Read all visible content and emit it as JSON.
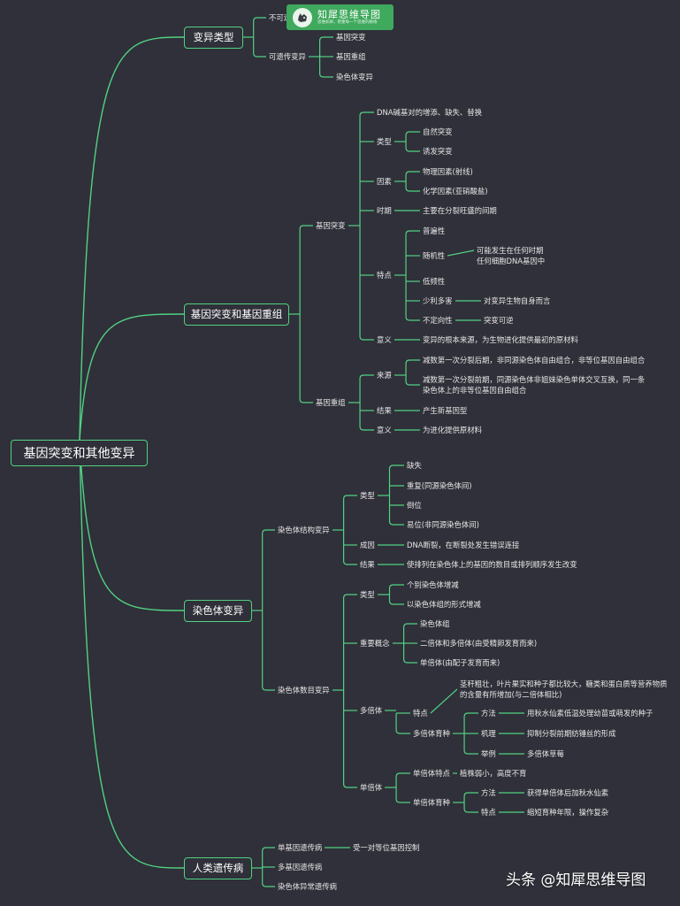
{
  "root": "基因突变和其他变异",
  "watermark": "头条 @知犀思维导图",
  "logo": {
    "title": "知犀思维导图",
    "slogan": "思维如犀，把重每一个思维的脉络",
    "icon": "rhino-logo-icon"
  },
  "colors": {
    "background": "#2f3039",
    "line": "#52d183",
    "text": "#e6e6e6",
    "logo_bg": "#3fa95d"
  },
  "nodes": {
    "bianyi_leixing": "变异类型",
    "bukeyichuan": "不可遗传变异",
    "keyichuan": "可遗传变异",
    "kv_jytb": "基因突变",
    "kv_jycz": "基因重组",
    "kv_rstby": "染色体变异",
    "jytb_jycz": "基因突变和基因重组",
    "jytb": "基因突变",
    "tb_dna": "DNA碱基对的增添、缺失、替换",
    "tb_leixing": "类型",
    "tb_zirantb": "自然突变",
    "tb_youfatb": "诱发突变",
    "tb_yinsu": "因素",
    "tb_wuli": "物理因素(射线)",
    "tb_huaxue": "化学因素(亚硝酸盐)",
    "tb_shiqi": "时期",
    "tb_shiqi_v": "主要在分裂旺盛的间期",
    "tb_tedian": "特点",
    "td_pubian": "普遍性",
    "td_suiji": "随机性",
    "td_suiji_1": "可能发生在任何时期",
    "td_suiji_2": "任何细胞DNA基因中",
    "td_dipin": "低频性",
    "td_shaoli": "少利多害",
    "td_shaoli_v": "对变异生物自身而言",
    "td_budingxiang": "不定向性",
    "td_budingxiang_v": "突变可逆",
    "tb_yiyi": "意义",
    "tb_yiyi_v": "变异的根本来源，为生物进化提供最初的原材料",
    "jycz": "基因重组",
    "cz_laiyuan": "来源",
    "cz_ly1": "减数第一次分裂后期，非同源染色体自由组合，非等位基因自由组合",
    "cz_ly2": "减数第一次分裂前期，同源染色体非姐妹染色单体交叉互换，同一条染色体上的非等位基因自由组合",
    "cz_jieguo": "结果",
    "cz_jieguo_v": "产生新基因型",
    "cz_yiyi": "意义",
    "cz_yiyi_v": "为进化提供原材料",
    "rstby": "染色体变异",
    "jgby": "染色体结构变异",
    "jg_leixing": "类型",
    "jg_queshi": "缺失",
    "jg_chongfu": "重复(同源染色体间)",
    "jg_daowei": "倒位",
    "jg_yiwei": "易位(非同源染色体间)",
    "jg_chengyin": "成因",
    "jg_chengyin_v": "DNA断裂，在断裂处发生错误连接",
    "jg_jieguo": "结果",
    "jg_jieguo_v": "使排列在染色体上的基因的数目或排列顺序发生改变",
    "smby": "染色体数目变异",
    "sm_leixing": "类型",
    "sm_gebie": "个别染色体增减",
    "sm_zu": "以染色体组的形式增减",
    "sm_zhongyao": "重要概念",
    "gn_rstz": "染色体组",
    "gn_erbei": "二倍体和多倍体(由受精卵发育而来)",
    "gn_danbei": "单倍体(由配子发育而来)",
    "sm_duobei": "多倍体",
    "db_tedian": "特点",
    "db_tedian_v": "茎秆粗壮，叶片果实和种子都比较大，糖类和蛋白质等营养物质的含量有所增加(与二倍体相比)",
    "db_yuzhong": "多倍体育种",
    "yz_fangfa": "方法",
    "yz_fangfa_v": "用秋水仙素低温处理幼苗或萌发的种子",
    "yz_jili": "机理",
    "yz_jili_v": "抑制分裂前期纺锤丝的形成",
    "yz_juli": "举例",
    "yz_juli_v": "多倍体草莓",
    "sm_danbei": "单倍体",
    "dan_tedian": "单倍体特点",
    "dan_tedian_v": "植株弱小，高度不育",
    "dan_yuzhong": "单倍体育种",
    "dy_fangfa": "方法",
    "dy_fangfa_v": "获得单倍体后加秋水仙素",
    "dy_tedian": "特点",
    "dy_tedian_v": "缩短育种年限，操作复杂",
    "rlycb": "人类遗传病",
    "dan_jiyin": "单基因遗传病",
    "dan_jiyin_v": "受一对等位基因控制",
    "duo_jiyin": "多基因遗传病",
    "rst_yichang": "染色体异常遗传病"
  }
}
